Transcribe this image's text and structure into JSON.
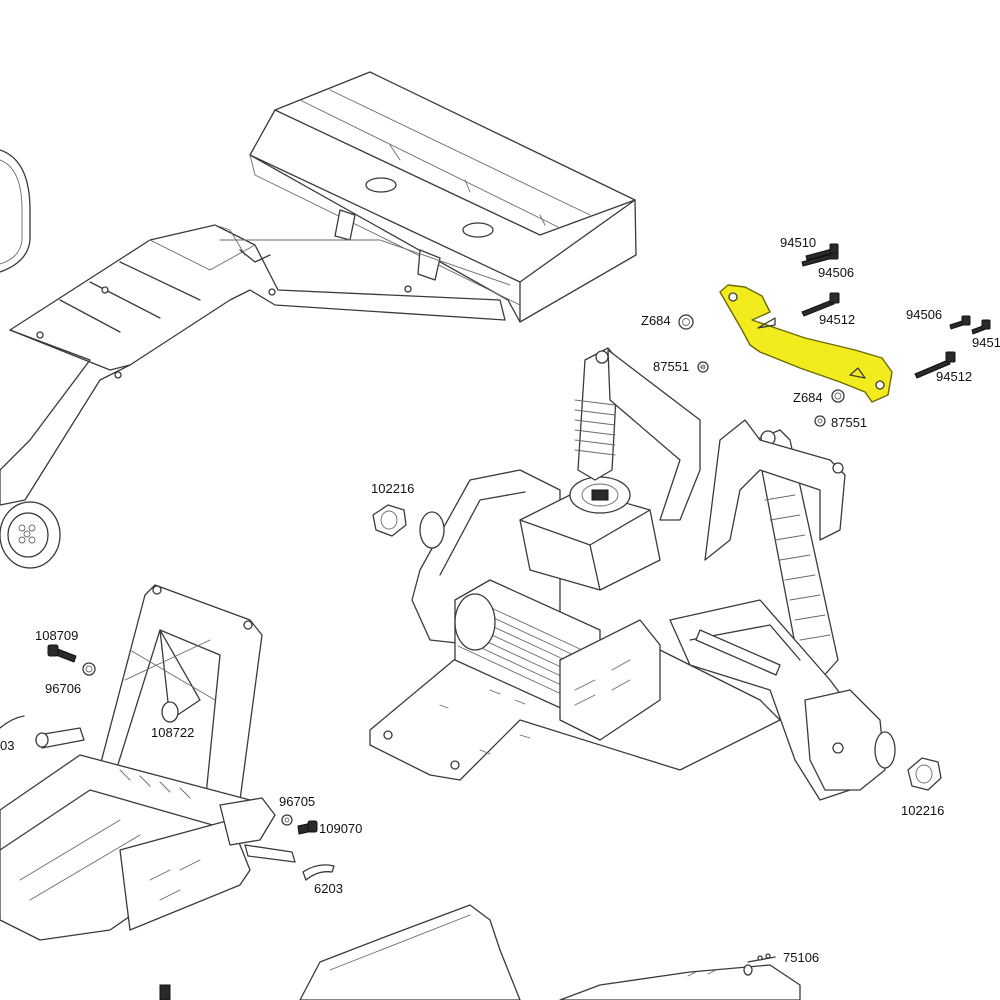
{
  "colors": {
    "highlight": "#F2EC1F",
    "line": "#3a3a3a",
    "background": "#ffffff"
  },
  "parts": {
    "p94510": "94510",
    "p94506_a": "94506",
    "p94512_a": "94512",
    "p94506_b": "94506",
    "p9451x_b": "9451",
    "p94512_b": "94512",
    "z684_a": "Z684",
    "z684_b": "Z684",
    "p87551_a": "87551",
    "p87551_b": "87551",
    "p102216_a": "102216",
    "p102216_b": "102216",
    "p108709": "108709",
    "p96706": "96706",
    "p108722": "108722",
    "p96705": "96705",
    "p109070": "109070",
    "p6203": "6203",
    "p03_cut": "03",
    "p75106": "75106"
  }
}
